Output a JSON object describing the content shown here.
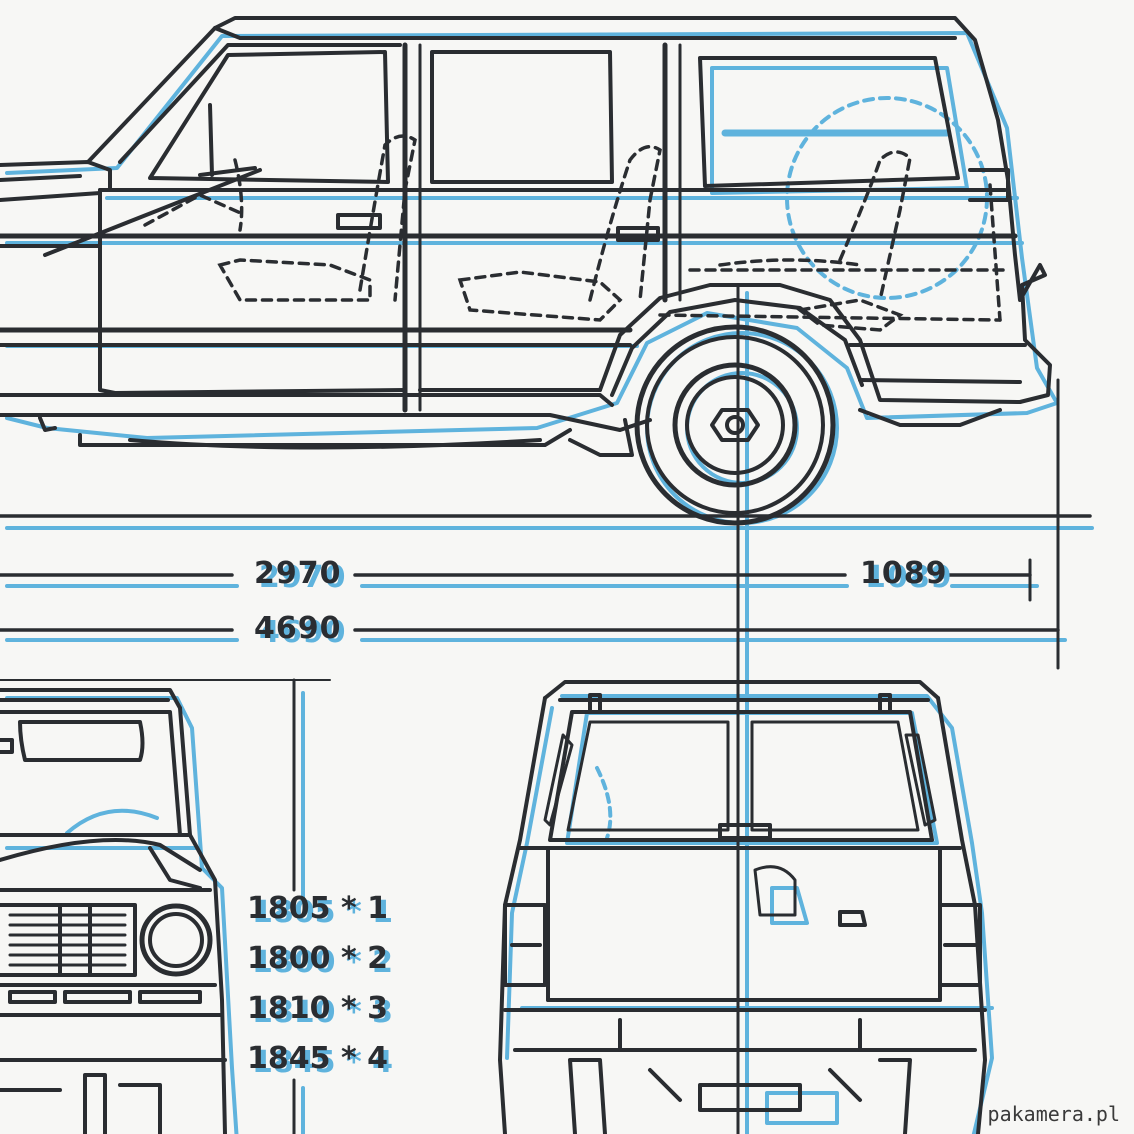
{
  "dimensions": {
    "wheelbase": "2970",
    "rear_overhang": "1089",
    "overall_length": "4690"
  },
  "heights": [
    "1805 * 1",
    "1800 * 2",
    "1810 * 3",
    "1845 * 4"
  ],
  "watermark": "pakamera.pl",
  "colors": {
    "ink": "#2a2d31",
    "cyan": "#5fb3dd",
    "paper": "#f7f7f5"
  }
}
